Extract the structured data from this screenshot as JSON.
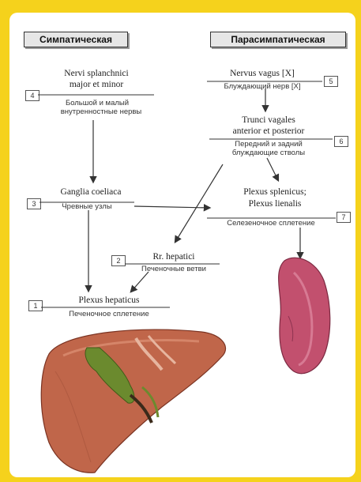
{
  "headers": {
    "sympathetic": "Симпатическая",
    "parasympathetic": "Парасимпатическая"
  },
  "labels": {
    "l4": {
      "number": "4",
      "latin_line1": "Nervi splanchnici",
      "latin_line2": "major et minor",
      "russian_line1": "Большой и малый",
      "russian_line2": "внутренностные нервы"
    },
    "l5": {
      "number": "5",
      "latin_line1": "Nervus vagus [X]",
      "russian_line1": "Блуждающий нерв [X]"
    },
    "l6": {
      "number": "6",
      "latin_line1": "Trunci vagales",
      "latin_line2": "anterior et posterior",
      "russian_line1": "Передний и задний",
      "russian_line2": "блуждающие стволы"
    },
    "l3": {
      "number": "3",
      "latin_line1": "Ganglia coeliaca",
      "russian_line1": "Чревные узлы"
    },
    "l7": {
      "number": "7",
      "latin_line1": "Plexus splenicus;",
      "latin_line2": "Plexus lienalis",
      "russian_line1": "Селезеночное сплетение"
    },
    "l2": {
      "number": "2",
      "latin_line1": "Rr. hepatici",
      "russian_line1": "Печеночные ветви"
    },
    "l1": {
      "number": "1",
      "latin_line1": "Plexus hepaticus",
      "russian_line1": "Печеночное сплетение"
    }
  },
  "colors": {
    "frame": "#f5d21c",
    "liver": "#c0664a",
    "gallbladder": "#6b8a2e",
    "spleen": "#c2506e"
  }
}
